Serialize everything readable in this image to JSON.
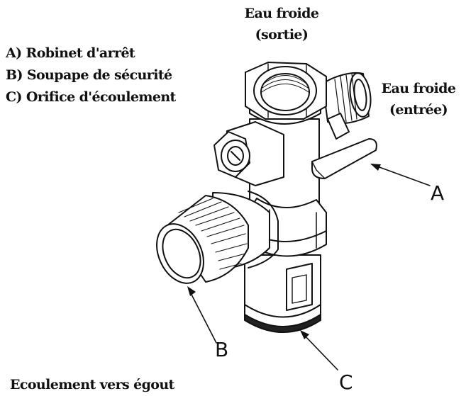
{
  "legend": [
    "A) Robinet d'arrêt",
    "B) Soupape de sécurité",
    "C) Orifice d'écoulement"
  ],
  "labels": {
    "cold_out_line1": "Eau froide",
    "cold_out_line2": "(sortie)",
    "cold_in_line1": "Eau froide",
    "cold_in_line2": "(entrée)",
    "drain": "Ecoulement vers égout"
  },
  "callouts": {
    "a": "A",
    "b": "B",
    "c": "C"
  }
}
